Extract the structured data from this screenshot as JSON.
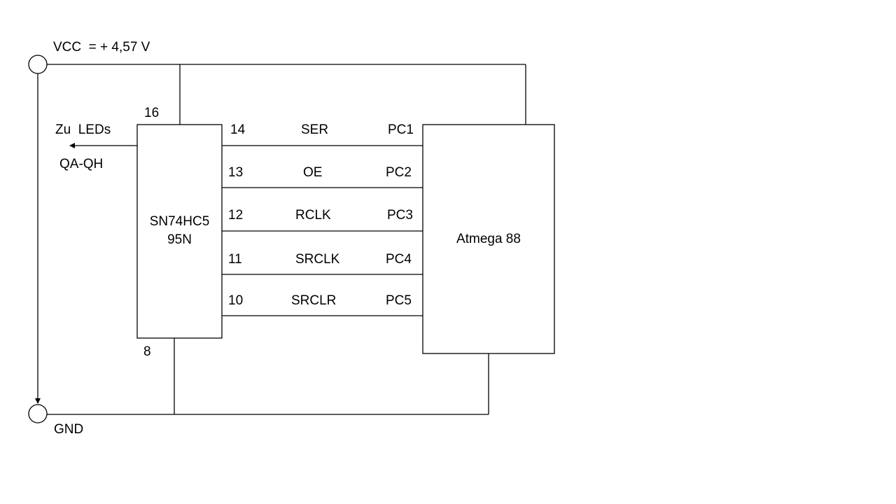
{
  "supply": {
    "vcc_label": "VCC  = + 4,57 V",
    "gnd_label": "GND"
  },
  "shift_register": {
    "name_line1": "SN74HC5",
    "name_line2": "95N",
    "pin_vcc": "16",
    "pin_gnd": "8",
    "output_label_line1": "Zu  LEDs",
    "output_label_line2": "QA-QH"
  },
  "microcontroller": {
    "name": "Atmega 88"
  },
  "connections": [
    {
      "pin": "14",
      "signal": "SER",
      "port": "PC1"
    },
    {
      "pin": "13",
      "signal": "OE",
      "port": "PC2"
    },
    {
      "pin": "12",
      "signal": "RCLK",
      "port": "PC3"
    },
    {
      "pin": "11",
      "signal": "SRCLK",
      "port": "PC4"
    },
    {
      "pin": "10",
      "signal": "SRCLR",
      "port": "PC5"
    }
  ],
  "colors": {
    "line": "#000000",
    "background": "#ffffff"
  }
}
